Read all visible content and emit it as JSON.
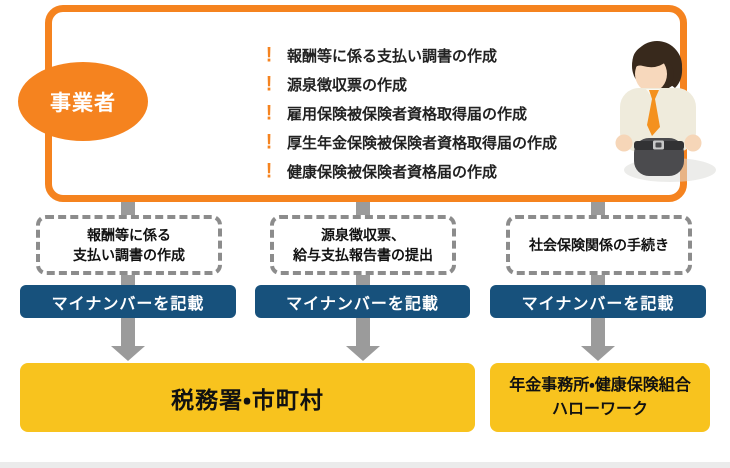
{
  "colors": {
    "accent_orange": "#F5831F",
    "action_navy": "#17517C",
    "destination_yellow": "#F8C31E",
    "connector_gray": "#9B9B9B",
    "dashed_border_gray": "#8C8C8C"
  },
  "icons": {
    "exclamation": "!",
    "figure": "businessman-illustration"
  },
  "employer": {
    "label": "事業者",
    "tasks": [
      "報酬等に係る支払い調書の作成",
      "源泉徴収票の作成",
      "雇用保険被保険者資格取得届の作成",
      "厚生年金保険被保険者資格取得届の作成",
      "健康保険被保険者資格届の作成"
    ]
  },
  "columns": [
    {
      "procedure_lines": [
        "報酬等に係る",
        "支払い調書の作成"
      ],
      "action": "マイナンバーを記載"
    },
    {
      "procedure_lines": [
        "源泉徴収票、",
        "給与支払報告書の提出"
      ],
      "action": "マイナンバーを記載"
    },
    {
      "procedure_lines": [
        "社会保険関係の手続き"
      ],
      "action": "マイナンバーを記載"
    }
  ],
  "destinations": [
    {
      "lines": [
        "税務署・市町村"
      ]
    },
    {
      "lines": [
        "年金事務所・健康保険組合",
        "ハローワーク"
      ]
    }
  ]
}
